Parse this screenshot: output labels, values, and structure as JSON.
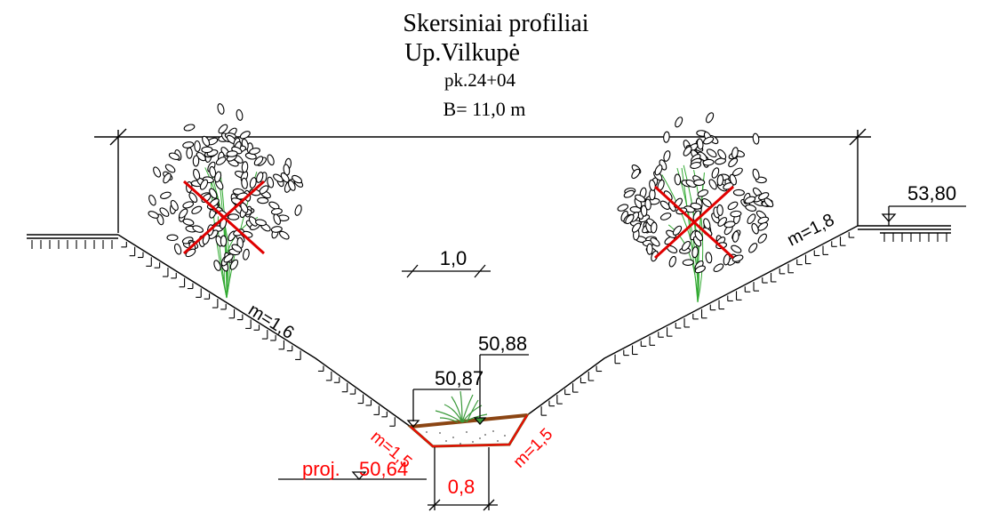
{
  "header": {
    "title": "Skersiniai profiliai",
    "river": "Up.Vilkupė",
    "picket": "pk.24+04",
    "width": "B= 11,0 m"
  },
  "elevations": {
    "right_bank": "53,80",
    "left_bed": "50,87",
    "right_bed": "50,88",
    "project": "50,64",
    "project_prefix": "proj."
  },
  "slopes": {
    "left_bank": "m=1,6",
    "right_bank": "m=1,8",
    "channel_left": "m=1,5",
    "channel_right": "m=1,5"
  },
  "dimensions": {
    "scale": "1,0",
    "bottom_width": "0,8"
  },
  "colors": {
    "line": "#000000",
    "design": "#ff0000",
    "deposit": "#8b4513",
    "tree_cross": "#e00000",
    "vegetation": "#33aa33"
  },
  "icons": [
    "tree-icon",
    "grass-icon",
    "level-triangle-icon"
  ]
}
